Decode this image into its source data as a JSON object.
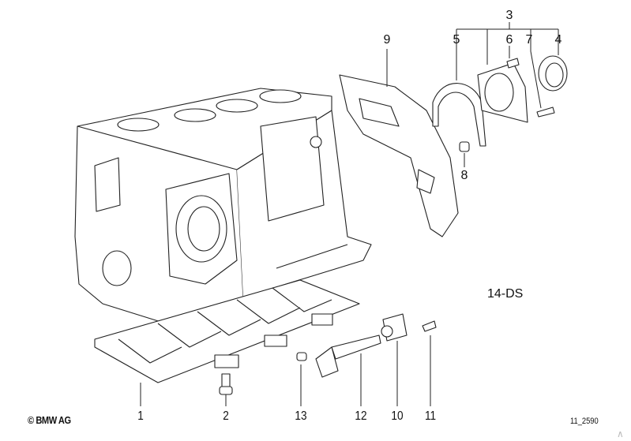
{
  "diagram": {
    "variant_code": "14-DS",
    "copyright": "© BMW AG",
    "drawing_ref": "11_2590",
    "scroll_up_icon": "caret-up-icon",
    "callouts": {
      "p1": "1",
      "p2": "2",
      "p3": "3",
      "p4": "4",
      "p5": "5",
      "p6": "6",
      "p7": "7",
      "p8": "8",
      "p9": "9",
      "p10": "10",
      "p11": "11",
      "p12": "12",
      "p13": "13"
    }
  }
}
